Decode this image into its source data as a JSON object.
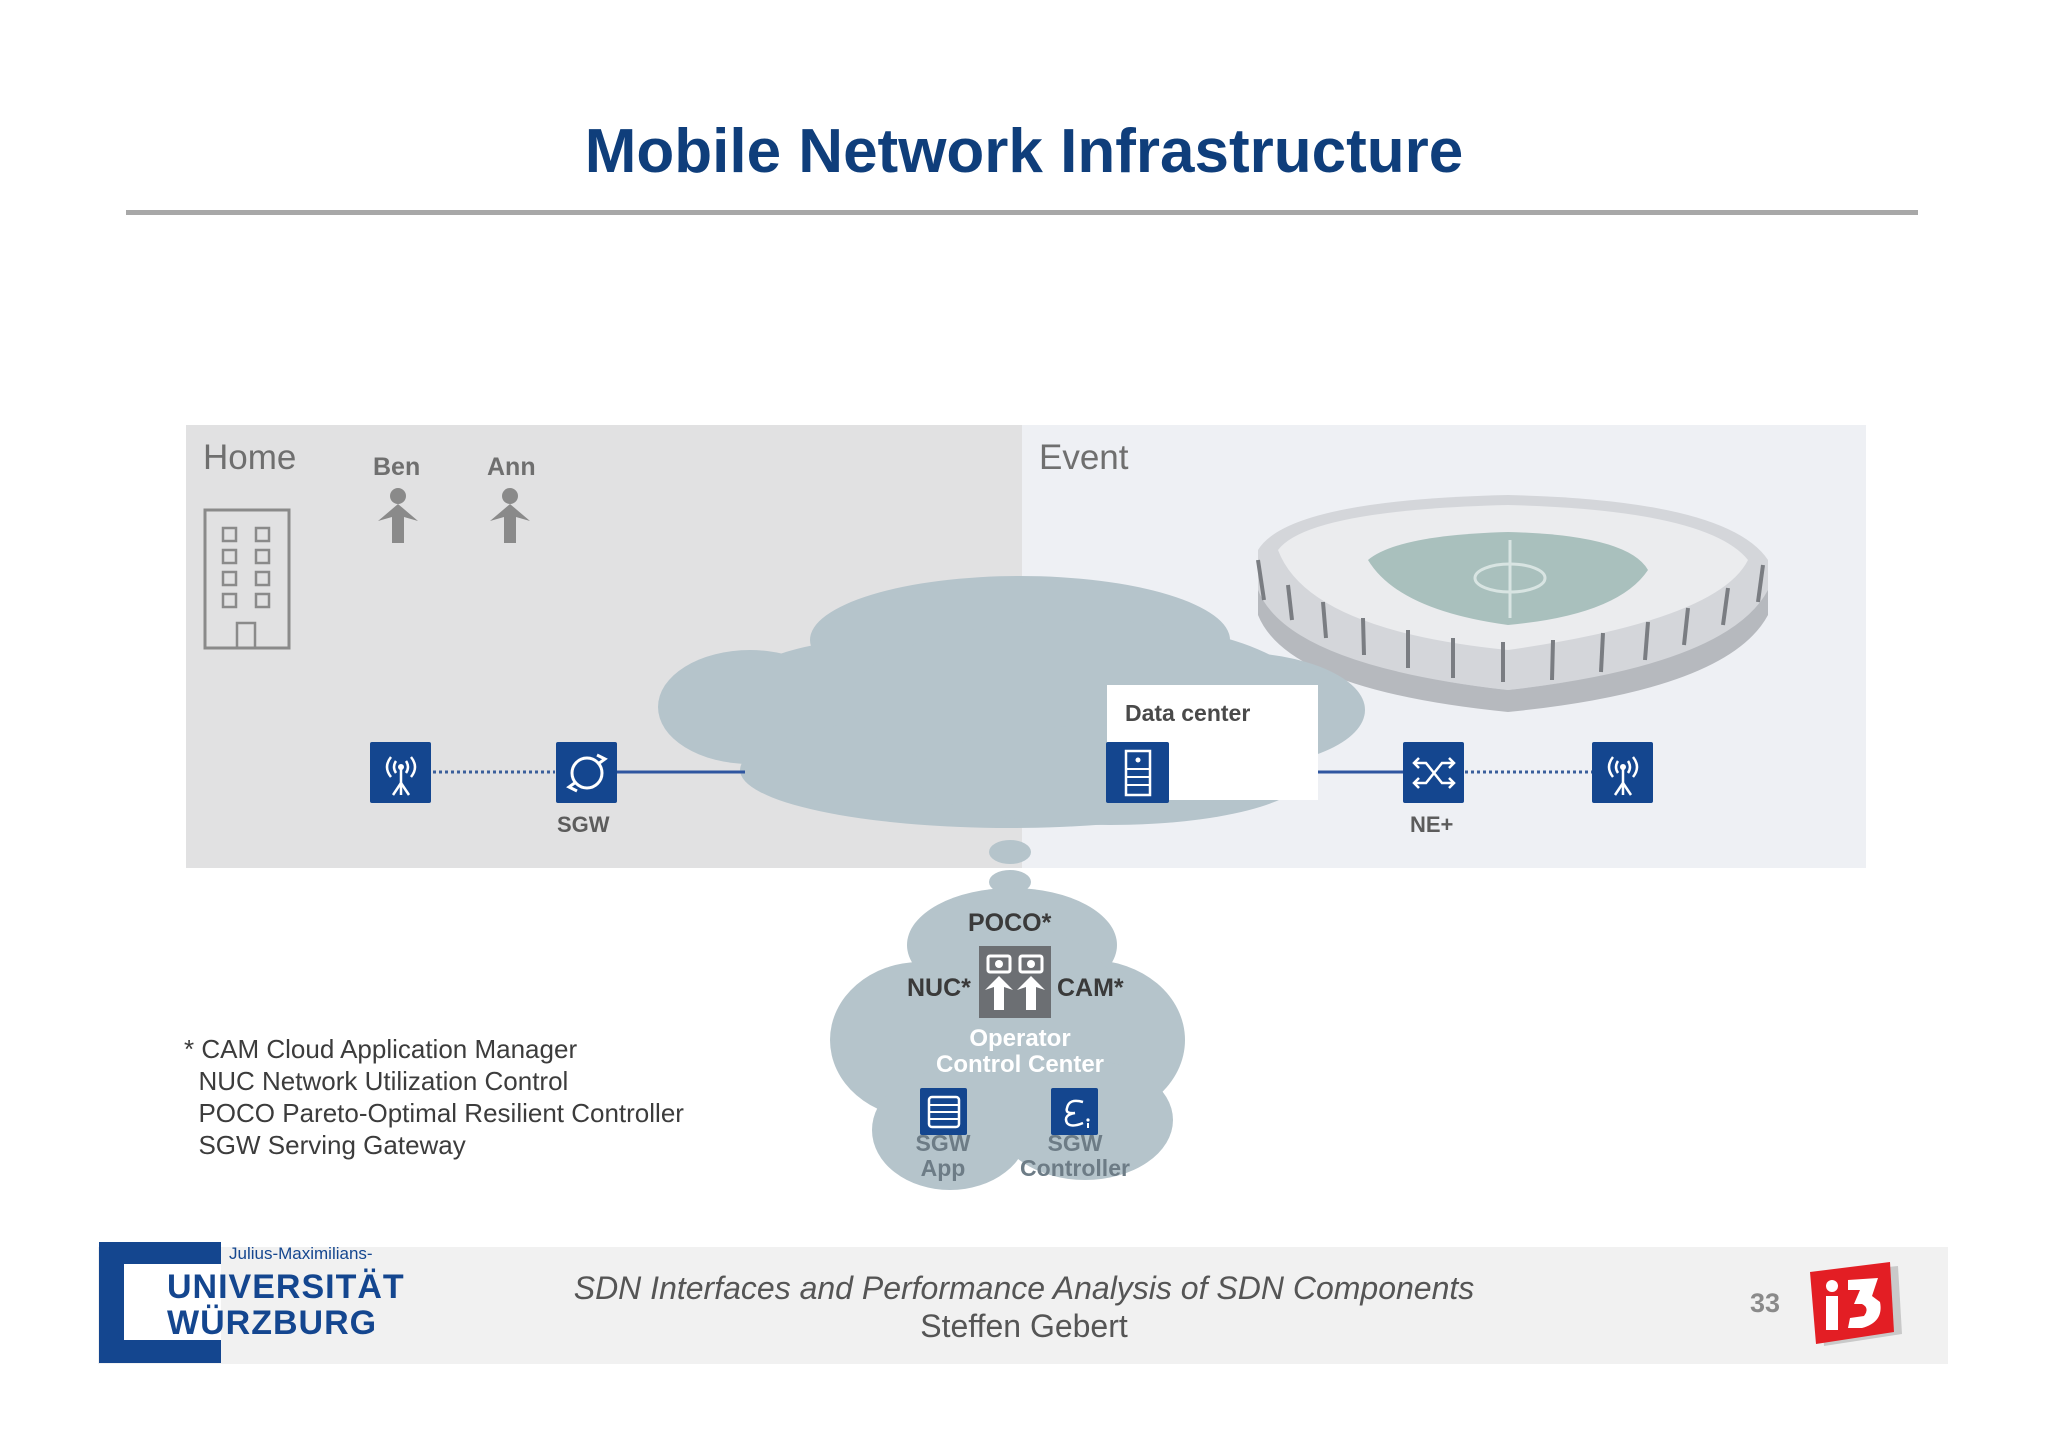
{
  "title": "Mobile Network Infrastructure",
  "home": {
    "label": "Home",
    "people": [
      "Ben",
      "Ann"
    ],
    "sgw_label": "SGW"
  },
  "event": {
    "label": "Event",
    "ne_label": "NE+"
  },
  "data_center": {
    "label": "Data center"
  },
  "operator_cloud": {
    "poco": "POCO*",
    "nuc": "NUC*",
    "cam": "CAM*",
    "center_line1": "Operator",
    "center_line2": "Control Center",
    "sgw_app_line1": "SGW",
    "sgw_app_line2": "App",
    "sgw_ctrl_line1": "SGW",
    "sgw_ctrl_line2": "Controller"
  },
  "footnotes": [
    "* CAM Cloud Application Manager",
    "  NUC Network Utilization Control",
    "  POCO Pareto-Optimal Resilient Controller",
    "  SGW Serving Gateway"
  ],
  "footer": {
    "title": "SDN Interfaces and Performance Analysis of SDN Components",
    "author": "Steffen Gebert",
    "page": "33"
  },
  "university": {
    "small": "Julius-Maximilians-",
    "line1": "UNIVERSITÄT",
    "line2": "WÜRZBURG"
  },
  "colors": {
    "title": "#0f3e7b",
    "accent_blue": "#14468f",
    "cloud": "#b5c4cb",
    "logo_red": "#e31e24"
  }
}
